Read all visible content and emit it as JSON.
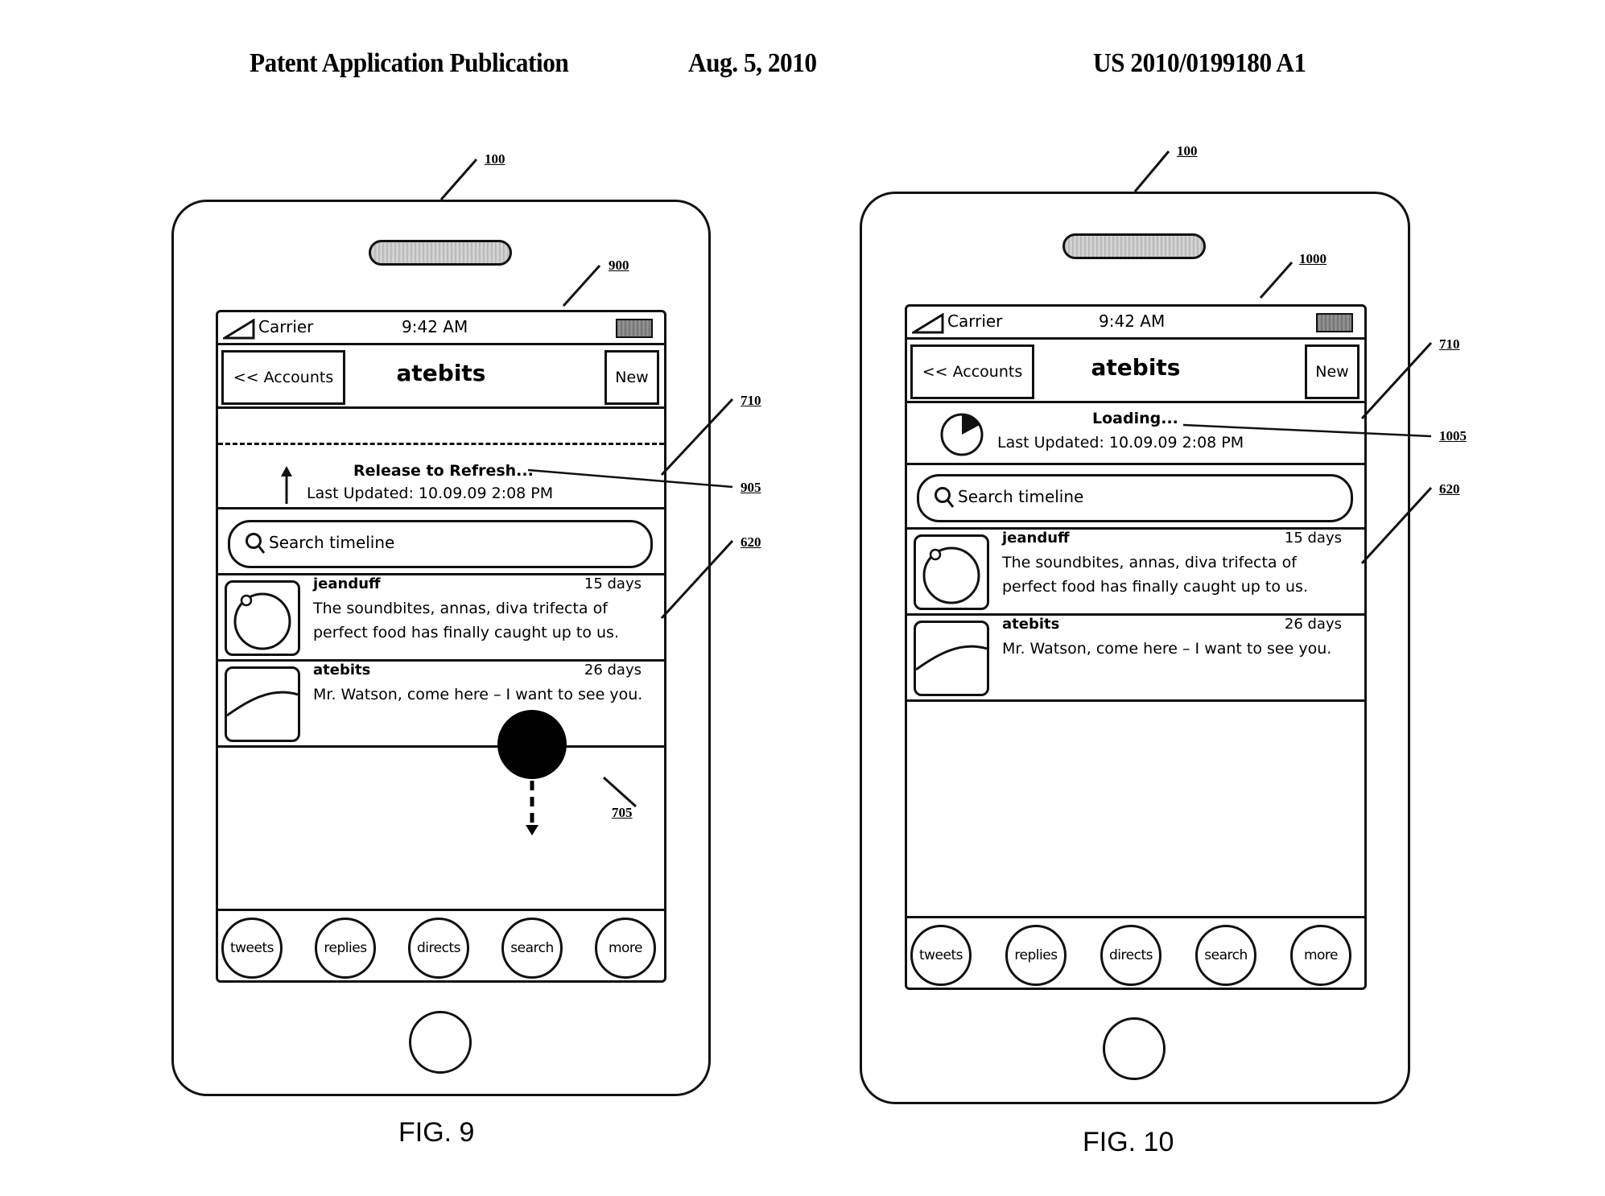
{
  "header": {
    "publication": "Patent Application Publication",
    "date": "Aug. 5, 2010",
    "number": "US 2010/0199180 A1"
  },
  "figures": [
    {
      "label": "FIG. 9",
      "refs": {
        "device": "100",
        "screen": "900",
        "refresh_area": "710",
        "status_text": "905",
        "tweet_list": "620",
        "touch": "705"
      },
      "status_bar": {
        "carrier": "Carrier",
        "time": "9:42 AM"
      },
      "nav": {
        "back_label": "<< Accounts",
        "title": "atebits",
        "new_label": "New"
      },
      "refresh": {
        "status": "Release to Refresh...",
        "last_updated": "Last Updated: 10.09.09 2:08 PM",
        "indicator_icon": "arrow-up-icon"
      },
      "search": {
        "placeholder": "Search timeline"
      },
      "tweets": [
        {
          "user": "jeanduff",
          "age": "15 days",
          "text": "The soundbites, annas, diva trifecta of perfect food has finally caught up to us."
        },
        {
          "user": "atebits",
          "age": "26 days",
          "text": "Mr. Watson, come here – I want to see you."
        }
      ],
      "tabs": [
        "tweets",
        "replies",
        "directs",
        "search",
        "more"
      ]
    },
    {
      "label": "FIG. 10",
      "refs": {
        "device": "100",
        "screen": "1000",
        "refresh_area": "710",
        "status_text": "1005",
        "tweet_list": "620"
      },
      "status_bar": {
        "carrier": "Carrier",
        "time": "9:42 AM"
      },
      "nav": {
        "back_label": "<< Accounts",
        "title": "atebits",
        "new_label": "New"
      },
      "refresh": {
        "status": "Loading...",
        "last_updated": "Last Updated: 10.09.09 2:08 PM",
        "indicator_icon": "loading-spinner-icon"
      },
      "search": {
        "placeholder": "Search timeline"
      },
      "tweets": [
        {
          "user": "jeanduff",
          "age": "15 days",
          "text": "The soundbites, annas, diva trifecta of perfect food has finally caught up to us."
        },
        {
          "user": "atebits",
          "age": "26 days",
          "text": "Mr. Watson, come here – I want to see you."
        }
      ],
      "tabs": [
        "tweets",
        "replies",
        "directs",
        "search",
        "more"
      ]
    }
  ]
}
